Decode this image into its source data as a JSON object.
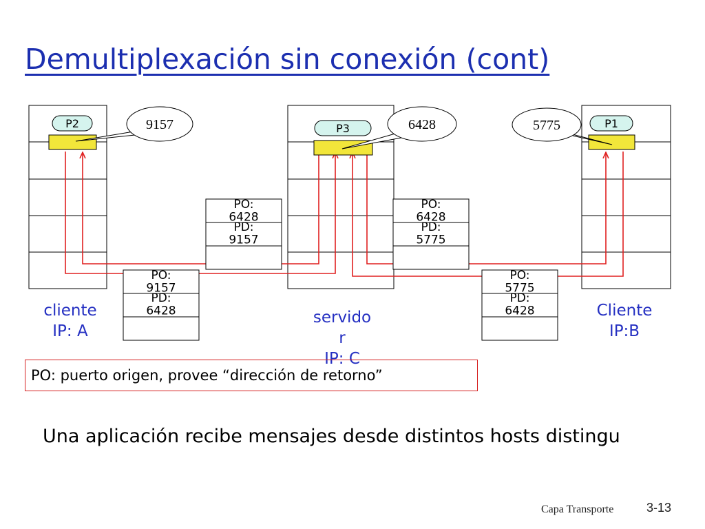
{
  "slide": {
    "title": "Demultiplexación sin conexión (cont)",
    "note": "PO: puerto origen, provee “dirección de retorno”",
    "message": "Una aplicación recibe mensajes desde distintos hosts distingu",
    "footer_label": "Capa Transporte",
    "slide_number": "3-13"
  },
  "hosts": {
    "client_a": {
      "process": "P2",
      "port": "9157",
      "label_line1": "cliente",
      "label_line2": "IP: A"
    },
    "server_c": {
      "process": "P3",
      "port": "6428",
      "label_line1": "servido",
      "label_line2": "r",
      "label_line3": "IP: C"
    },
    "client_b": {
      "process": "P1",
      "port": "5775",
      "label_line1": "Cliente",
      "label_line2": "IP:B"
    }
  },
  "segments": {
    "server_to_a": {
      "po": "PO:\n6428",
      "pd": "PD:\n9157"
    },
    "server_to_b": {
      "po": "PO:\n6428",
      "pd": "PD:\n5775"
    },
    "a_to_server": {
      "po": "PO:\n9157",
      "pd": "PD:\n6428"
    },
    "b_to_server": {
      "po": "PO:\n5775",
      "pd": "PD:\n6428"
    }
  },
  "colors": {
    "title": "#1c2fb0",
    "host_label": "#2530c2",
    "arrow": "#e02020",
    "socket": "#f2e63a",
    "process_bubble": "#d5f4ee"
  }
}
